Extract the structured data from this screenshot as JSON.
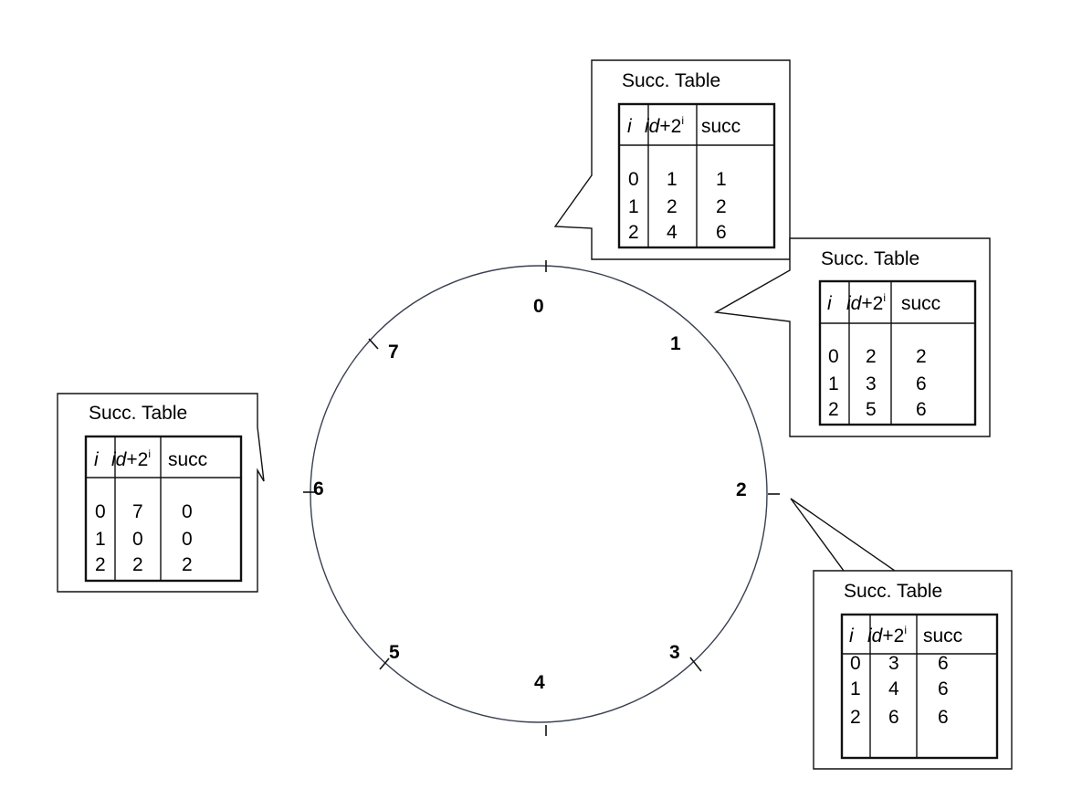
{
  "ring": {
    "nodes": [
      "0",
      "1",
      "2",
      "3",
      "4",
      "5",
      "6",
      "7"
    ]
  },
  "tables": [
    {
      "node": "0",
      "title": "Succ. Table",
      "headers": {
        "i": "i",
        "id": "id",
        "plus": "+2",
        "sup": "i",
        "succ": "succ"
      },
      "rows": [
        [
          "0",
          "1",
          "1"
        ],
        [
          "1",
          "2",
          "2"
        ],
        [
          "2",
          "4",
          "6"
        ]
      ]
    },
    {
      "node": "1",
      "title": "Succ. Table",
      "headers": {
        "i": "i",
        "id": "id",
        "plus": "+2",
        "sup": "i",
        "succ": "succ"
      },
      "rows": [
        [
          "0",
          "2",
          "2"
        ],
        [
          "1",
          "3",
          "6"
        ],
        [
          "2",
          "5",
          "6"
        ]
      ]
    },
    {
      "node": "2",
      "title": "Succ. Table",
      "headers": {
        "i": "i",
        "id": "id",
        "plus": "+2",
        "sup": "i",
        "succ": "succ"
      },
      "rows": [
        [
          "0",
          "3",
          "6"
        ],
        [
          "1",
          "4",
          "6"
        ],
        [
          "2",
          "6",
          "6"
        ]
      ]
    },
    {
      "node": "6",
      "title": "Succ. Table",
      "headers": {
        "i": "i",
        "id": "id",
        "plus": "+2",
        "sup": "i",
        "succ": "succ"
      },
      "rows": [
        [
          "0",
          "7",
          "0"
        ],
        [
          "1",
          "0",
          "0"
        ],
        [
          "2",
          "2",
          "2"
        ]
      ]
    }
  ]
}
